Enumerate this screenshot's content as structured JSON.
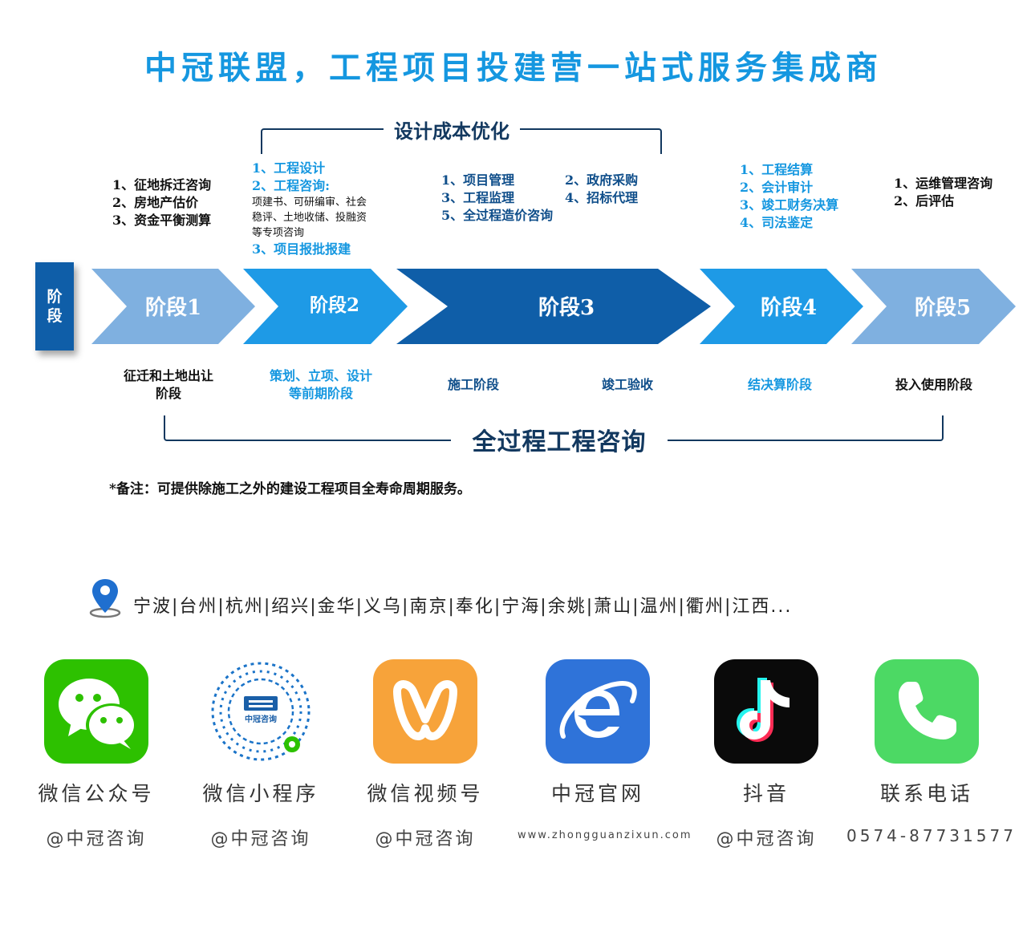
{
  "title": "中冠联盟，工程项目投建营一站式服务集成商",
  "design_optimization_label": "设计成本优化",
  "whole_process_label": "全过程工程咨询",
  "stage_tab": [
    "阶",
    "段"
  ],
  "stages": [
    {
      "label": "阶段1",
      "color": "#7fb0e0"
    },
    {
      "label": "阶段2",
      "color": "#1e9ae6"
    },
    {
      "label": "阶段3",
      "color": "#0f5ea8"
    },
    {
      "label": "阶段4",
      "color": "#1e9ae6"
    },
    {
      "label": "阶段5",
      "color": "#7fb0e0"
    }
  ],
  "services": {
    "stage1": [
      "1、征地拆迁咨询",
      "2、房地产估价",
      "3、资金平衡测算"
    ],
    "stage2": {
      "item1": "1、工程设计",
      "item2": "2、工程咨询:",
      "detail": [
        "项建书、可研编审、社会",
        "稳评、土地收储、投融资",
        "等专项咨询"
      ],
      "item3": "3、项目报批报建"
    },
    "stage3": {
      "left": [
        "1、项目管理",
        "3、工程监理",
        "5、全过程造价咨询"
      ],
      "right": [
        "2、政府采购",
        "4、招标代理"
      ]
    },
    "stage4": [
      "1、工程结算",
      "2、会计审计",
      "3、竣工财务决算",
      "4、司法鉴定"
    ],
    "stage5": [
      "1、运维管理咨询",
      "2、后评估"
    ]
  },
  "phases": {
    "stage1": [
      "征迁和土地出让",
      "阶段"
    ],
    "stage2": [
      "策划、立项、设计",
      "等前期阶段"
    ],
    "stage3a": "施工阶段",
    "stage3b": "竣工验收",
    "stage4": "结决算阶段",
    "stage5": "投入使用阶段"
  },
  "note": "*备注：可提供除施工之外的建设工程项目全寿命周期服务。",
  "cities": "宁波|台州|杭州|绍兴|金华|义乌|南京|奉化|宁海|余姚|萧山|温州|衢州|江西...",
  "qr_text": "中冠咨询",
  "apps": [
    {
      "name": "微信公众号",
      "handle": "@中冠咨询",
      "icon": "wechat-icon",
      "color": "#2dc100"
    },
    {
      "name": "微信小程序",
      "handle": "@中冠咨询",
      "icon": "qr-code-icon",
      "color": "#1a5fa8"
    },
    {
      "name": "微信视频号",
      "handle": "@中冠咨询",
      "icon": "wechat-channels-icon",
      "color": "#f7a33a"
    },
    {
      "name": "中冠官网",
      "handle": "www.zhongguanzixun.com",
      "icon": "browser-e-icon",
      "color": "#2f73d9"
    },
    {
      "name": "抖音",
      "handle": "@中冠咨询",
      "icon": "douyin-icon",
      "color": "#0a0a0a"
    },
    {
      "name": "联系电话",
      "handle": "0574-87731577",
      "icon": "phone-icon",
      "color": "#4cd964"
    }
  ]
}
